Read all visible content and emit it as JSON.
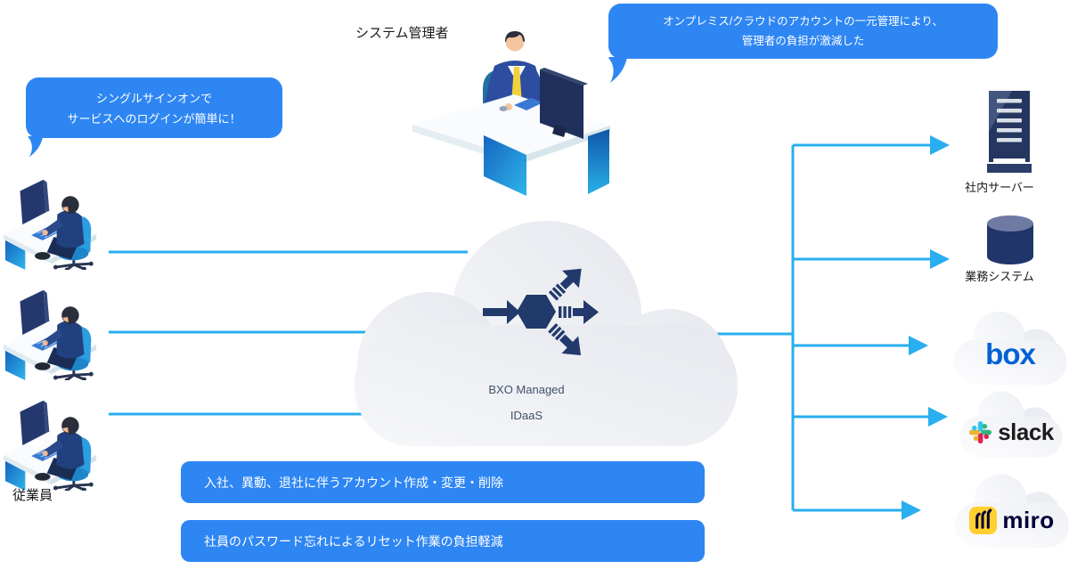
{
  "diagram": {
    "admin": {
      "label": "システム管理者",
      "bubble": {
        "line1": "オンプレミス/クラウドのアカウントの一元管理により、",
        "line2": "管理者の負担が激減した"
      }
    },
    "employees": {
      "label": "従業員",
      "bubble": {
        "line1": "シングルサインオンで",
        "line2": "サービスへのログインが簡単に！"
      }
    },
    "cloud": {
      "line1": "BXO Managed",
      "line2": "IDaaS"
    },
    "features": [
      "入社、異動、退社に伴うアカウント作成・変更・削除",
      "社員のパスワード忘れによるリセット作業の負担軽減"
    ],
    "targets": {
      "server": "社内サーバー",
      "system": "業務システム",
      "box": "box",
      "slack": "slack",
      "miro": "miro"
    },
    "icons": {
      "admin": "person-at-desk-illustration",
      "employee": "person-at-desk-illustration",
      "idaas": "hexagon-distribution-arrows-icon",
      "server": "server-tower-icon",
      "system": "database-cylinder-icon",
      "box": "box-logo-in-cloud",
      "slack": "slack-logo-in-cloud",
      "miro": "miro-logo-in-cloud"
    },
    "colors": {
      "bubble_blue": "#2e86f3",
      "connector_blue": "#29aeef",
      "idaas_navy": "#1d3c6e",
      "cloud_gray": "#edeff3",
      "box_blue": "#0061d5",
      "slack_black": "#1d1c1d",
      "slack_blue": "#36c5f0",
      "slack_green": "#2eb67d",
      "slack_yellow": "#ecb22e",
      "slack_red": "#e01e5a",
      "miro_yellow": "#ffd02f",
      "miro_navy": "#050038"
    }
  }
}
